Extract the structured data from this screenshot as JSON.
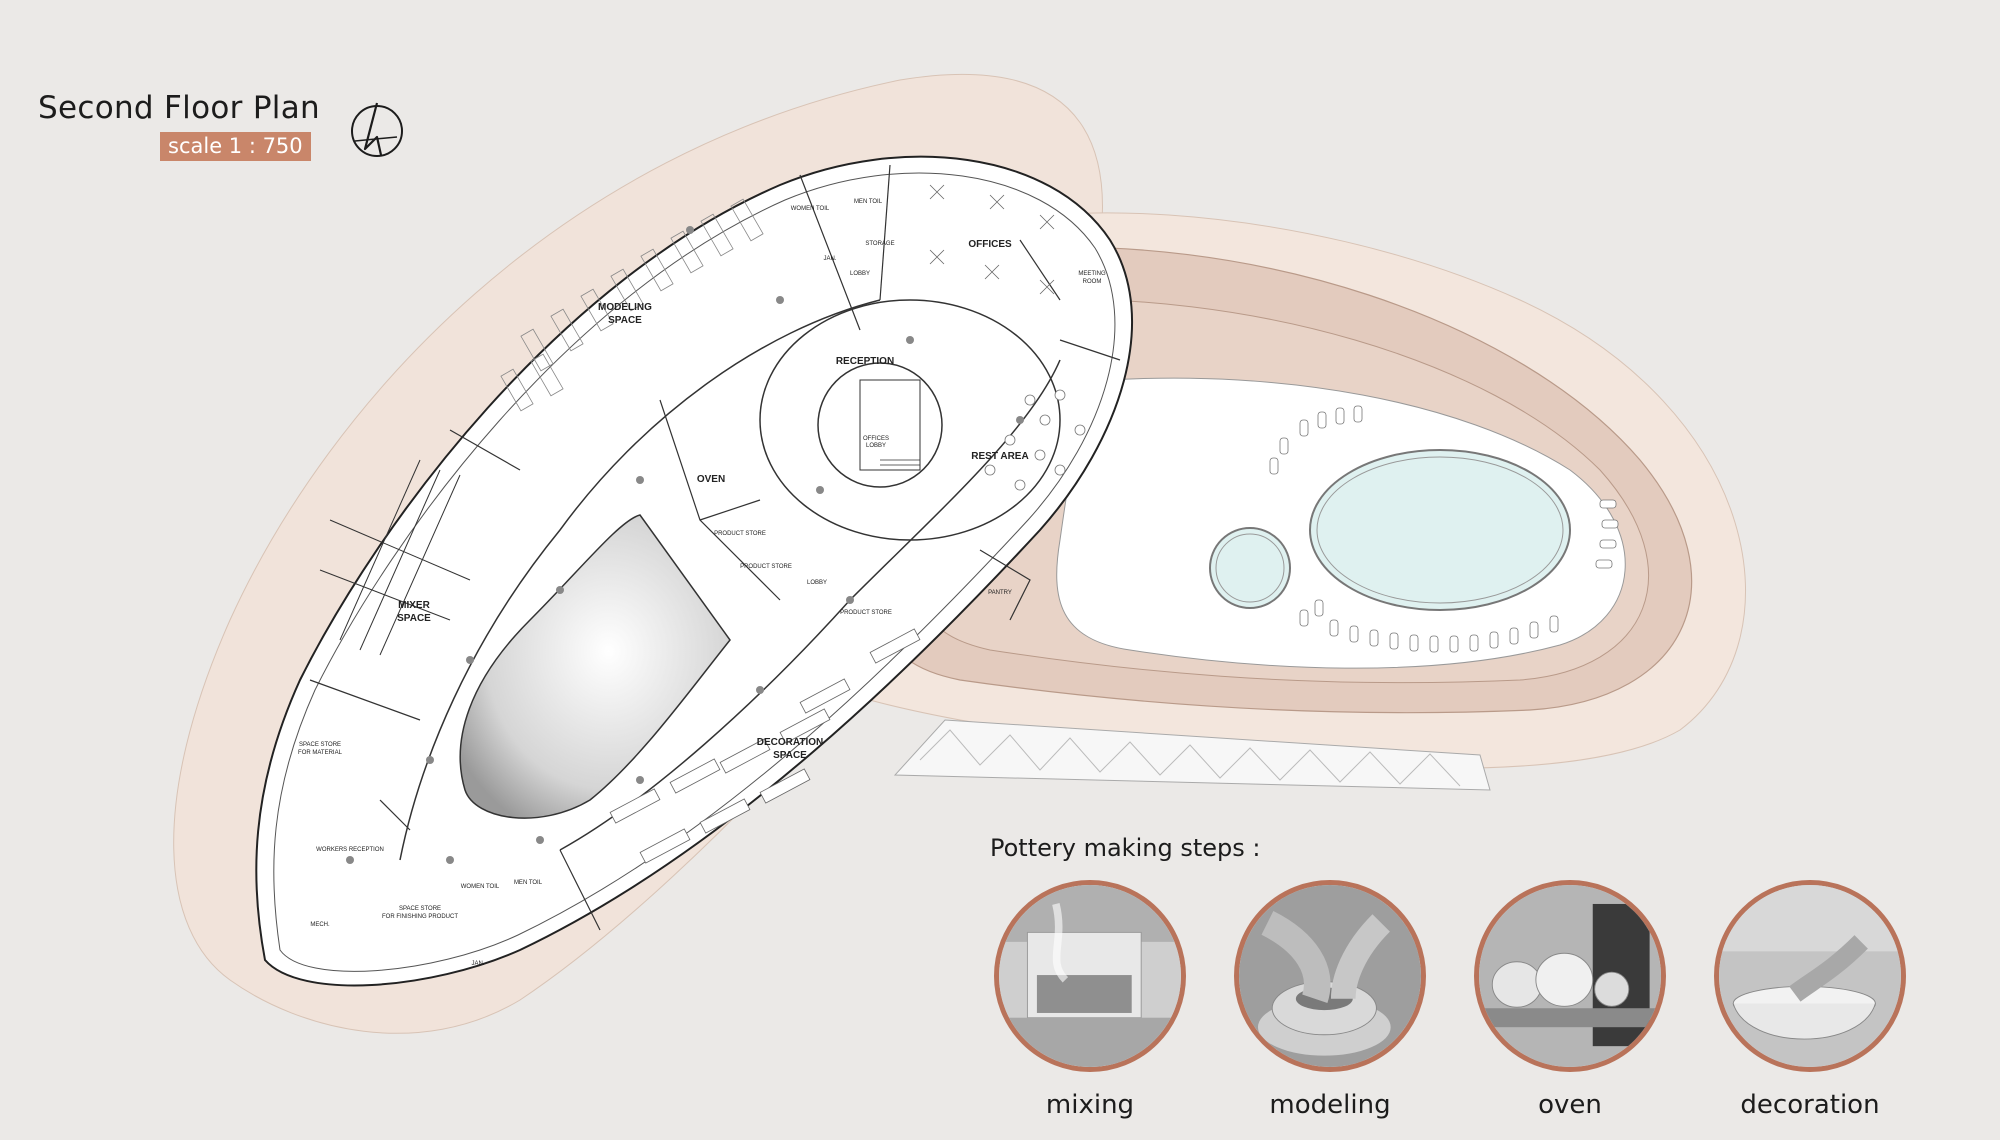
{
  "header": {
    "title": "Second Floor Plan",
    "scale": "scale 1 : 750"
  },
  "icons": {
    "north_arrow": "north-arrow-icon"
  },
  "colors": {
    "outer_ring": "#f1e3da",
    "inner_ring": "#e3cbbe",
    "accent": "#c9866a",
    "frame": "#b9735a",
    "pool": "#dff1f0"
  },
  "rooms": {
    "modeling_space": [
      "MODELING",
      "SPACE"
    ],
    "offices": "OFFICES",
    "reception": "RECEPTION",
    "rest_area": "REST AREA",
    "oven": "OVEN",
    "mixer_space": [
      "MIXER",
      "SPACE"
    ],
    "decoration_space": [
      "DECORATION",
      "SPACE"
    ],
    "women_toil": "WOMEN TOIL",
    "men_toil": "MEN TOIL",
    "storage": "STORAGE",
    "lobby": "LOBBY",
    "jan": "JAN.",
    "meeting_room": [
      "MEETING",
      "ROOM"
    ],
    "pantry": "PANTRY",
    "product_store": "PRODUCT STORE",
    "space_store_material": [
      "SPACE STORE",
      "FOR MATERIAL"
    ],
    "workers_reception": "WORKERS RECEPTION",
    "space_store_finishing": [
      "SPACE STORE",
      "FOR FINISHING PRODUCT"
    ],
    "mech": "MECH.",
    "offices_lobby": [
      "OFFICES",
      "LOBBY"
    ]
  },
  "steps": {
    "title": "Pottery making steps :",
    "items": [
      {
        "label": "mixing"
      },
      {
        "label": "modeling"
      },
      {
        "label": "oven"
      },
      {
        "label": "decoration"
      }
    ]
  }
}
